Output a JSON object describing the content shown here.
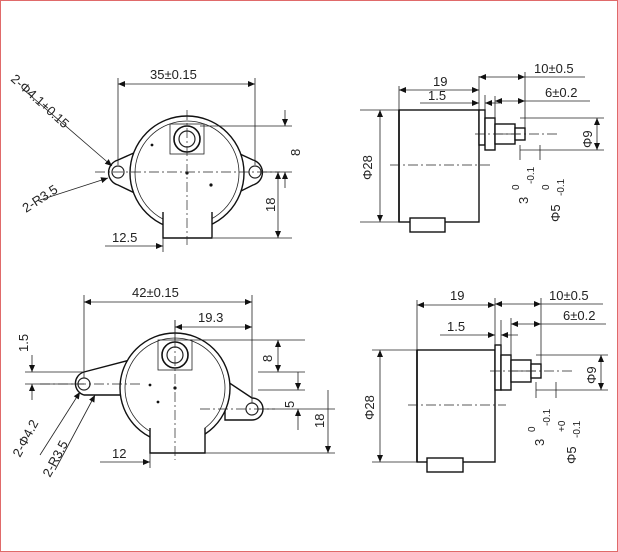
{
  "top_front": {
    "width": "35±0.15",
    "hole": "2-Φ4.1+0.15",
    "radius": "2-R3.5",
    "h8": "8",
    "h18": "18",
    "w12_5": "12.5"
  },
  "top_side": {
    "w19": "19",
    "w1_5": "1.5",
    "w10": "10±0.5",
    "w6": "6±0.2",
    "phi28": "Φ28",
    "phi9": "Φ9",
    "d3": "3",
    "d3_tol": "0",
    "d3_tol2": "-0.1",
    "phi5": "Φ5",
    "phi5_tol": "0",
    "phi5_tol2": "-0.1"
  },
  "bottom_front": {
    "width": "42±0.15",
    "w19_3": "19.3",
    "h1_5": "1.5",
    "hole": "2-Φ4.2",
    "radius": "2-R3.5",
    "h8": "8",
    "h5": "5",
    "h18": "18",
    "w12": "12"
  },
  "bottom_side": {
    "w19": "19",
    "w1_5": "1.5",
    "w10": "10±0.5",
    "w6": "6±0.2",
    "phi28": "Φ28",
    "phi9": "Φ9",
    "d3": "3",
    "d3_tol": "0",
    "d3_tol2": "-0.1",
    "phi5": "Φ5",
    "phi5_tol": "+0",
    "phi5_tol2": "-0.1"
  }
}
